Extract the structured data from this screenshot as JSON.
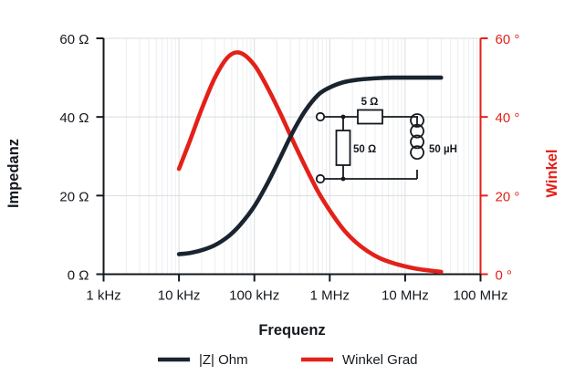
{
  "chart_data": {
    "type": "line",
    "title": "",
    "xlabel": "Frequenz",
    "ylabel": "Impedanz",
    "y2label": "Winkel",
    "xscale": "log",
    "xlim": [
      1000,
      100000000
    ],
    "ylim": [
      0,
      60
    ],
    "y2lim": [
      0,
      60
    ],
    "grid": true,
    "legend_position": "bottom",
    "xticks": [
      "1 kHz",
      "10 kHz",
      "100 kHz",
      "1 MHz",
      "10 MHz",
      "100 MHz"
    ],
    "xtick_values": [
      1000,
      10000,
      100000,
      1000000,
      10000000,
      100000000
    ],
    "yticks": [
      "0 Ω",
      "20 Ω",
      "40 Ω",
      "60 Ω"
    ],
    "ytick_values": [
      0,
      20,
      40,
      60
    ],
    "y2ticks": [
      "0 °",
      "20 °",
      "40 °",
      "60 °"
    ],
    "y2tick_values": [
      0,
      20,
      40,
      60
    ],
    "series": [
      {
        "name": "|Z| Ohm",
        "color": "#1a2430",
        "axis": "left",
        "unit": "Ω",
        "x": [
          10000,
          14000,
          20000,
          30000,
          45000,
          65000,
          100000,
          150000,
          220000,
          320000,
          470000,
          700000,
          1000000,
          1500000,
          2200000,
          3200000,
          4700000,
          7000000,
          10000000,
          15000000,
          22000000,
          30000000
        ],
        "values": [
          5.1,
          5.4,
          6.1,
          7.4,
          9.6,
          12.6,
          17.3,
          23.2,
          29.6,
          36.0,
          41.5,
          45.6,
          47.5,
          48.8,
          49.4,
          49.7,
          49.9,
          50.0,
          50.0,
          50.0,
          50.0,
          50.0
        ]
      },
      {
        "name": "Winkel Grad",
        "color": "#e32119",
        "axis": "right",
        "unit": "°",
        "x": [
          10000,
          14000,
          20000,
          30000,
          45000,
          65000,
          100000,
          150000,
          220000,
          320000,
          470000,
          700000,
          1000000,
          1500000,
          2200000,
          3200000,
          4700000,
          7000000,
          10000000,
          15000000,
          22000000,
          30000000
        ],
        "values": [
          26.8,
          34.0,
          42.0,
          50.0,
          55.3,
          56.3,
          53.2,
          47.4,
          41.0,
          34.2,
          27.5,
          21.0,
          16.2,
          11.5,
          8.2,
          5.8,
          4.0,
          2.8,
          2.0,
          1.3,
          0.9,
          0.6
        ]
      }
    ]
  },
  "legend": {
    "items": [
      {
        "label": "|Z| Ohm",
        "color": "#1a2430"
      },
      {
        "label": "Winkel Grad",
        "color": "#e32119"
      }
    ]
  },
  "circuit_inset": {
    "series_resistor": "5 Ω",
    "shunt_resistor": "50 Ω",
    "inductor": "50 µH"
  },
  "colors": {
    "impedance": "#1a2430",
    "angle": "#e32119",
    "grid_major": "#d9dcde",
    "grid_minor": "#eceef0",
    "axis": "#15191e",
    "background": "#ffffff"
  }
}
